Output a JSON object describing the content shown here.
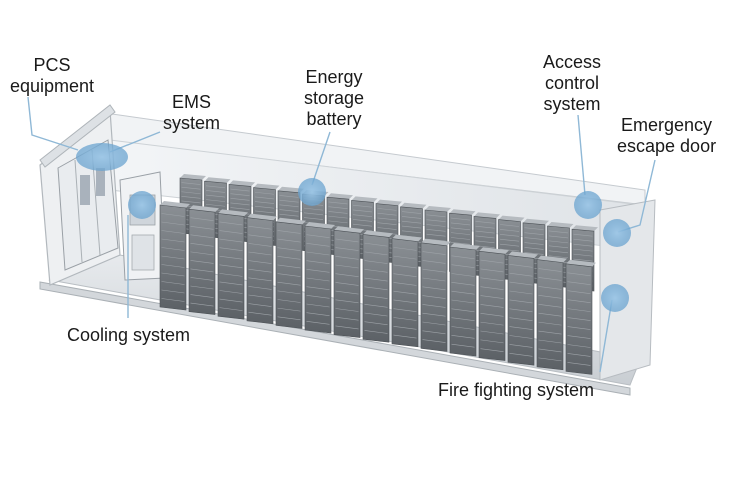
{
  "labels": {
    "pcs": [
      "PCS",
      "equipment"
    ],
    "ems": [
      "EMS",
      "system"
    ],
    "battery": [
      "Energy",
      "storage",
      "battery"
    ],
    "access": [
      "Access",
      "control",
      "system"
    ],
    "escape": [
      "Emergency",
      "escape door"
    ],
    "cooling": "Cooling system",
    "fire": "Fire fighting system"
  },
  "colors": {
    "container_frame": "#e9ecef",
    "container_shade": "#cfd4d9",
    "rack": "#6e7378",
    "rack_dark": "#4d5257",
    "marker": "#7fb2d8",
    "leader": "#8fb8d6"
  }
}
